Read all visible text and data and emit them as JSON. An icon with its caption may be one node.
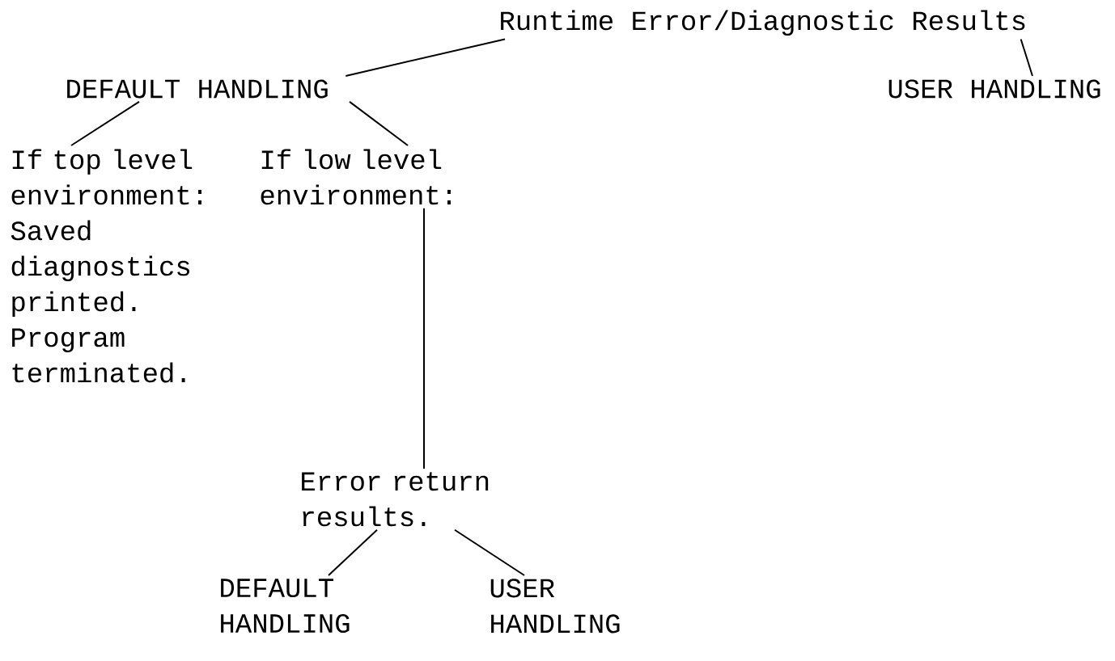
{
  "diagram": {
    "nodes": [
      {
        "text": [
          "Runtime Error/Diagnostic Results"
        ]
      },
      {
        "text": [
          "DEFAULT HANDLING"
        ]
      },
      {
        "text": [
          "USER HANDLING"
        ]
      },
      {
        "text": [
          "If top level environment: Saved diagnostics printed. Program terminated."
        ]
      },
      {
        "text": [
          "If low level environment:"
        ]
      },
      {
        "text": [
          "Error return results."
        ]
      },
      {
        "text": [
          "DEFAULT HANDLING"
        ]
      },
      {
        "text": [
          "USER HANDLING"
        ]
      }
    ],
    "edges": [
      {
        "from": 0,
        "to": 1,
        "arrow": "none"
      },
      {
        "from": 0,
        "to": 2,
        "arrow": "none"
      },
      {
        "from": 1,
        "to": 3,
        "arrow": "none"
      },
      {
        "from": 1,
        "to": 4,
        "arrow": "none"
      },
      {
        "from": 4,
        "to": 5,
        "arrow": "none"
      },
      {
        "from": 5,
        "to": 6,
        "arrow": "none"
      },
      {
        "from": 5,
        "to": 7,
        "arrow": "none"
      }
    ]
  }
}
